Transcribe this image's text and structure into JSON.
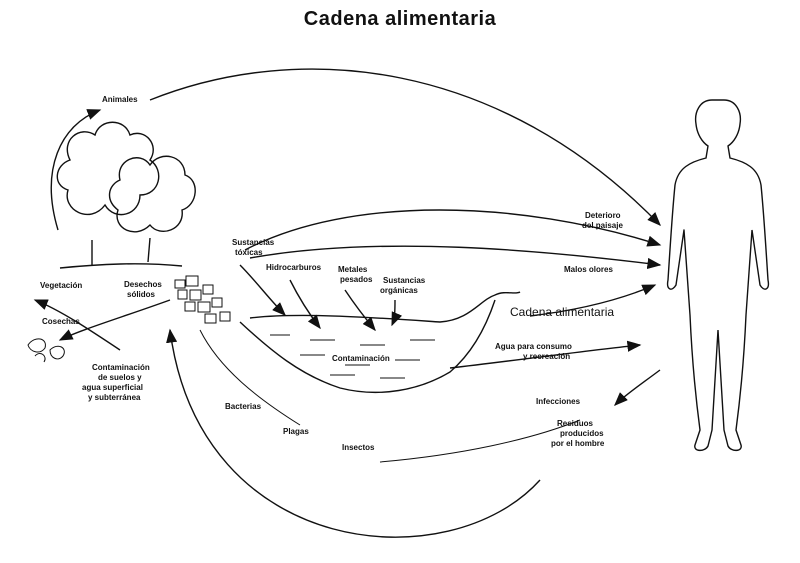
{
  "title": "Cadena alimentaria",
  "labels": {
    "animales": "Animales",
    "vegetacion": "Vegetación",
    "desechos_1": "Desechos",
    "desechos_2": "sólidos",
    "cosechas": "Cosechas",
    "contam_suelos_1": "Contaminación",
    "contam_suelos_2": "de suelos y",
    "contam_suelos_3": "agua superficial",
    "contam_suelos_4": "y subterránea",
    "sustancias_toxicas_1": "Sustancias",
    "sustancias_toxicas_2": "tóxicas",
    "hidrocarburos": "Hidrocarburos",
    "metales_1": "Metales",
    "metales_2": "pesados",
    "sust_org_1": "Sustancias",
    "sust_org_2": "orgánicas",
    "contaminacion": "Contaminación",
    "deterioro_1": "Deterioro",
    "deterioro_2": "del paisaje",
    "malos_olores": "Malos olores",
    "cadena_alimentaria": "Cadena alimentaria",
    "agua_1": "Agua para consumo",
    "agua_2": "y recreación",
    "bacterias": "Bacterias",
    "plagas": "Plagas",
    "insectos": "Insectos",
    "infecciones": "Infecciones",
    "residuos_1": "Residuos",
    "residuos_2": "producidos",
    "residuos_3": "por el hombre"
  }
}
